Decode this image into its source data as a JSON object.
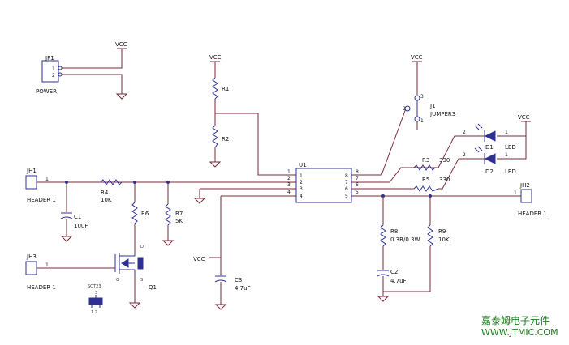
{
  "labels": {
    "vcc": "VCC",
    "jp1": "JP1",
    "jp1_pin1": "1",
    "jp1_pin2": "2",
    "power": "POWER",
    "r1": "R1",
    "r2": "R2",
    "j1": "J1",
    "j1_value": "JUMPER3",
    "j1_pin1": "1",
    "j1_pin2": "2",
    "j1_pin3": "3",
    "d1": "D1",
    "d2": "D2",
    "led1": "LED",
    "led2": "LED",
    "d1_pin2": "2",
    "d1_pin1": "1",
    "d2_pin2": "2",
    "d2_pin1": "1",
    "r3": "R3",
    "r3_value": "330",
    "r5": "R5",
    "r5_value": "330",
    "u1": "U1",
    "u1_pins_left": [
      "1",
      "2",
      "3",
      "4"
    ],
    "u1_pins_right": [
      "8",
      "7",
      "6",
      "5"
    ],
    "u1_in_pins": [
      "1",
      "2",
      "3",
      "4"
    ],
    "u1_out_pins": [
      "8",
      "7",
      "6",
      "5"
    ],
    "jh1": "JH1",
    "jh1_pin": "1",
    "header1_a": "HEADER 1",
    "jh2": "JH2",
    "jh2_pin": "1",
    "header1_b": "HEADER 1",
    "jh3": "JH3",
    "jh3_pin": "1",
    "header1_c": "HEADER 1",
    "r4": "R4",
    "r4_value": "10K",
    "c1": "C1",
    "c1_value": "10uF",
    "r6": "R6",
    "r7": "R7",
    "r7_value": "5K",
    "c3": "C3",
    "c3_value": "4.7uF",
    "r8": "R8",
    "r8_value": "0.3R/0.3W",
    "r9": "R9",
    "r9_value": "10K",
    "c2": "C2",
    "c2_value": "4.7uF",
    "q1": "Q1",
    "q1_d": "D",
    "q1_g": "G",
    "q1_s": "S",
    "q1_pkg": "SOT23",
    "q1_pkg_pins": "3",
    "q1_pkg_pins_b": "1  2"
  },
  "watermark": {
    "name": "嘉泰姆电子元件",
    "url": "WWW.JTMIC.COM"
  },
  "colors": {
    "wire": "#7a2a3a",
    "part": "#2e3192",
    "watermark": "#1a7a1a"
  }
}
